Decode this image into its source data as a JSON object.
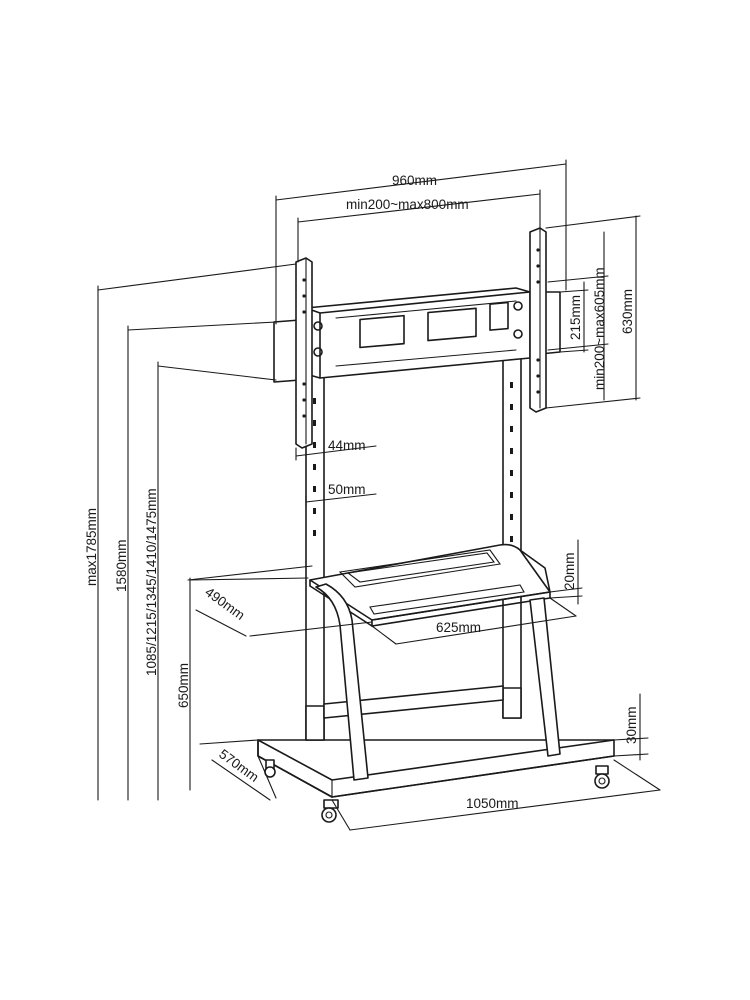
{
  "dimensions": {
    "width_total": "960mm",
    "vesa_range": "min200~max800mm",
    "bracket_height": "215mm",
    "vesa_vertical": "min200~max605mm",
    "arm_height": "630mm",
    "column_gap": "44mm",
    "column_width": "50mm",
    "max_height": "max1785mm",
    "height_1580": "1580mm",
    "height_steps": "1085/1215/1345/1410/1475mm",
    "shelf_height": "650mm",
    "shelf_depth": "490mm",
    "shelf_thickness": "20mm",
    "shelf_width": "625mm",
    "base_depth": "570mm",
    "base_width": "1050mm",
    "base_thickness": "30mm"
  }
}
